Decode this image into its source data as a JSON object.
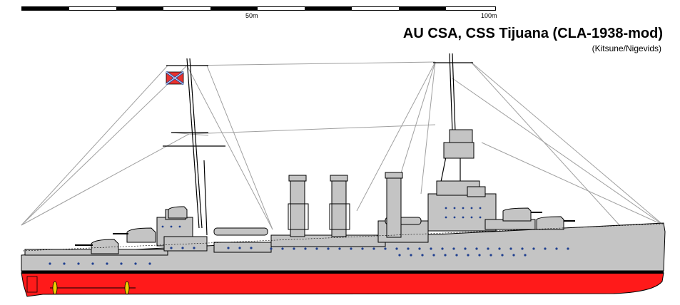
{
  "scale": {
    "mark_50": "50m",
    "mark_100": "100m"
  },
  "title": "AU CSA, CSS Tijuana (CLA-1938-mod)",
  "author": "(Kitsune/Nigevids)",
  "colors": {
    "hull_grey": "#c4c4c4",
    "lower_hull_red": "#ff1a1a",
    "boot_topping": "#000000",
    "propeller_yellow": "#f0d000",
    "porthole_blue": "#1f3f8f",
    "flag_red": "#e8322e",
    "flag_blue": "#2a4fa8",
    "rigging_grey": "#a0a0a0"
  }
}
